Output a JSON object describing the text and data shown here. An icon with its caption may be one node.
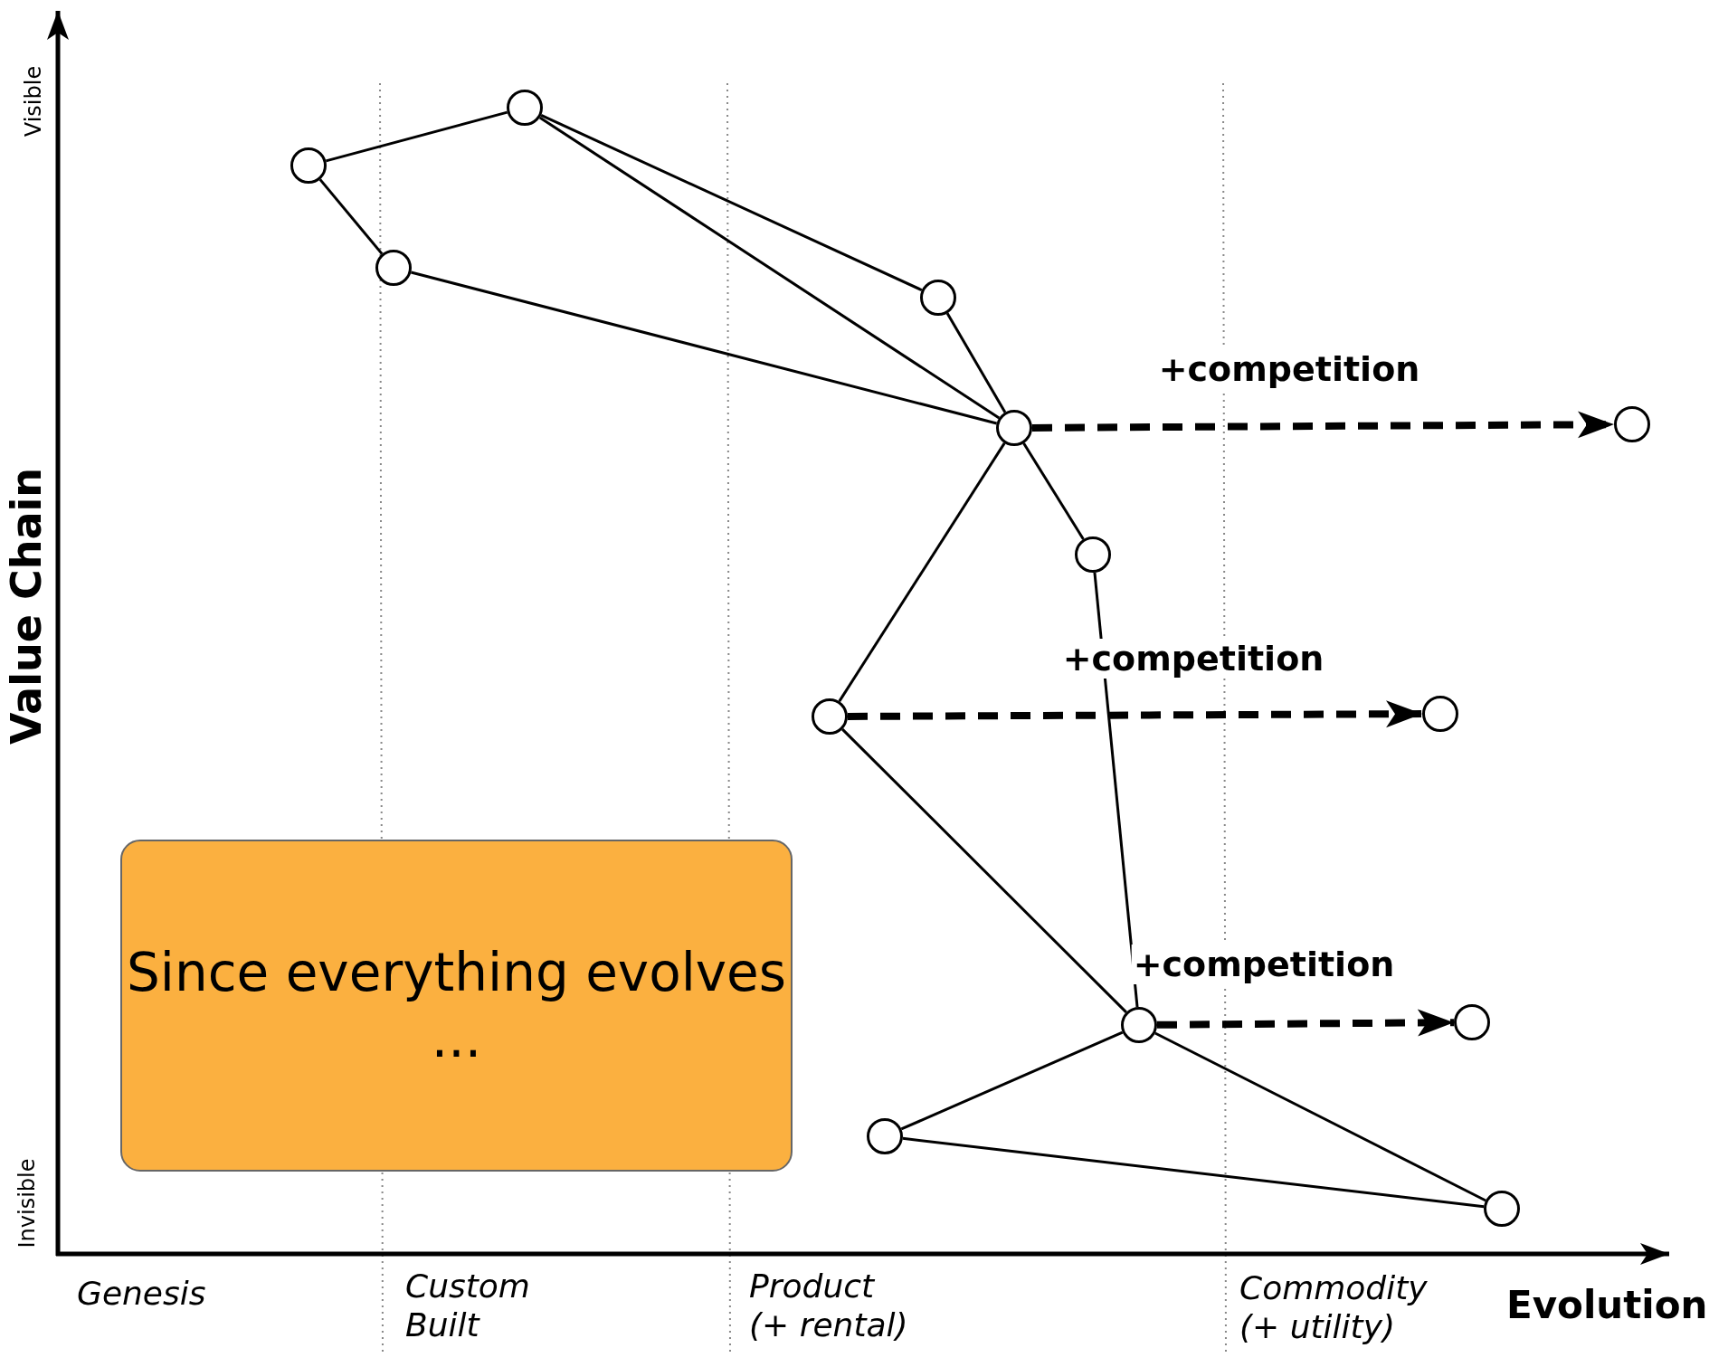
{
  "diagram": {
    "nodes": [
      {
        "text": [],
        "shape": "circle"
      },
      {
        "text": [],
        "shape": "circle"
      },
      {
        "text": [],
        "shape": "circle"
      },
      {
        "text": [],
        "shape": "circle"
      },
      {
        "text": [],
        "shape": "circle"
      },
      {
        "text": [],
        "shape": "circle"
      },
      {
        "text": [],
        "shape": "circle"
      },
      {
        "text": [],
        "shape": "circle"
      },
      {
        "text": [],
        "shape": "circle"
      },
      {
        "text": [
          "Since everything evolves ..."
        ]
      },
      {
        "text": [],
        "shape": "circle"
      },
      {
        "text": [],
        "shape": "circle"
      },
      {
        "text": [],
        "shape": "circle"
      },
      {
        "text": [],
        "shape": "circle"
      }
    ],
    "edges": [
      {
        "from": 1,
        "to": 0,
        "arrow": "none"
      },
      {
        "from": 1,
        "to": 2,
        "arrow": "none"
      },
      {
        "from": 0,
        "to": 3,
        "arrow": "none"
      },
      {
        "from": 0,
        "to": 4,
        "arrow": "none"
      },
      {
        "from": 2,
        "to": 4,
        "arrow": "none"
      },
      {
        "from": 3,
        "to": 4,
        "arrow": "none"
      },
      {
        "from": 4,
        "to": 5,
        "arrow": "to",
        "label": "+competition",
        "style": "dashed"
      },
      {
        "from": 4,
        "to": 6,
        "arrow": "none"
      },
      {
        "from": 4,
        "to": 7,
        "arrow": "none"
      },
      {
        "from": 7,
        "to": 8,
        "arrow": "to",
        "label": "+competition",
        "style": "dashed"
      },
      {
        "from": 6,
        "to": 10,
        "arrow": "none"
      },
      {
        "from": 7,
        "to": 10,
        "arrow": "none"
      },
      {
        "from": 10,
        "to": 11,
        "arrow": "to",
        "label": "+competition",
        "style": "dashed"
      },
      {
        "from": 10,
        "to": 12,
        "arrow": "none"
      },
      {
        "from": 10,
        "to": 13,
        "arrow": "none"
      },
      {
        "from": 12,
        "to": 13,
        "arrow": "none"
      }
    ],
    "labels": [
      "Visible",
      "Value Chain",
      "Invisible",
      "Genesis",
      "Custom Built",
      "Product (+ rental)",
      "Commodity (+ utility)",
      "Evolution"
    ]
  }
}
